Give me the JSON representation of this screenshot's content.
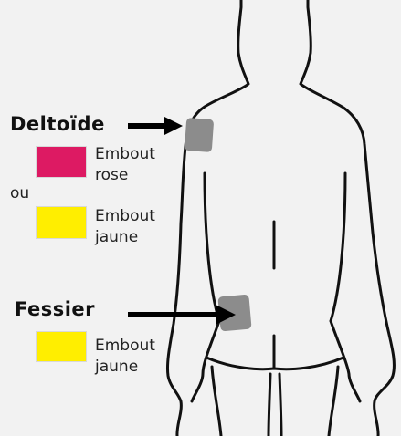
{
  "sites": {
    "deltoid": {
      "title": "Deltoïde",
      "option_1_line_1": "Embout",
      "option_1_line_2": "rose",
      "option_1_color": "#dd1a63",
      "separator": "ou",
      "option_2_line_1": "Embout",
      "option_2_line_2": "jaune",
      "option_2_color": "#ffee00"
    },
    "gluteal": {
      "title": "Fessier",
      "option_1_line_1": "Embout",
      "option_1_line_2": "jaune",
      "option_1_color": "#ffee00"
    }
  },
  "colors": {
    "injection_zone": "#8c8c8c",
    "body_outline": "#111111",
    "background": "#f2f2f2"
  }
}
